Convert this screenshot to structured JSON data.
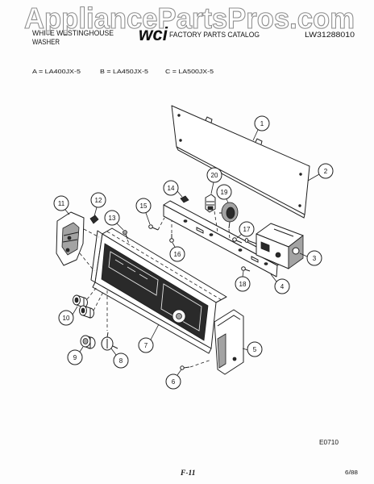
{
  "watermark": "AppliancePartsPros.com",
  "header": {
    "manufacturer": "WHITE WESTINGHOUSE",
    "product": "WASHER",
    "logo_text": "wci",
    "catalog_title": "FACTORY PARTS CATALOG",
    "catalog_number": "LW31288010"
  },
  "models": {
    "a": "A = LA400JX-5",
    "b": "B = LA450JX-5",
    "c": "C = LA500JX-5"
  },
  "diagram": {
    "callouts": [
      "1",
      "2",
      "3",
      "4",
      "5",
      "6",
      "7",
      "8",
      "9",
      "10",
      "11",
      "12",
      "13",
      "14",
      "15",
      "16",
      "17",
      "18",
      "19",
      "20"
    ]
  },
  "footer": {
    "drawing_code": "E0710",
    "page_number": "F-11",
    "date": "6/88"
  }
}
